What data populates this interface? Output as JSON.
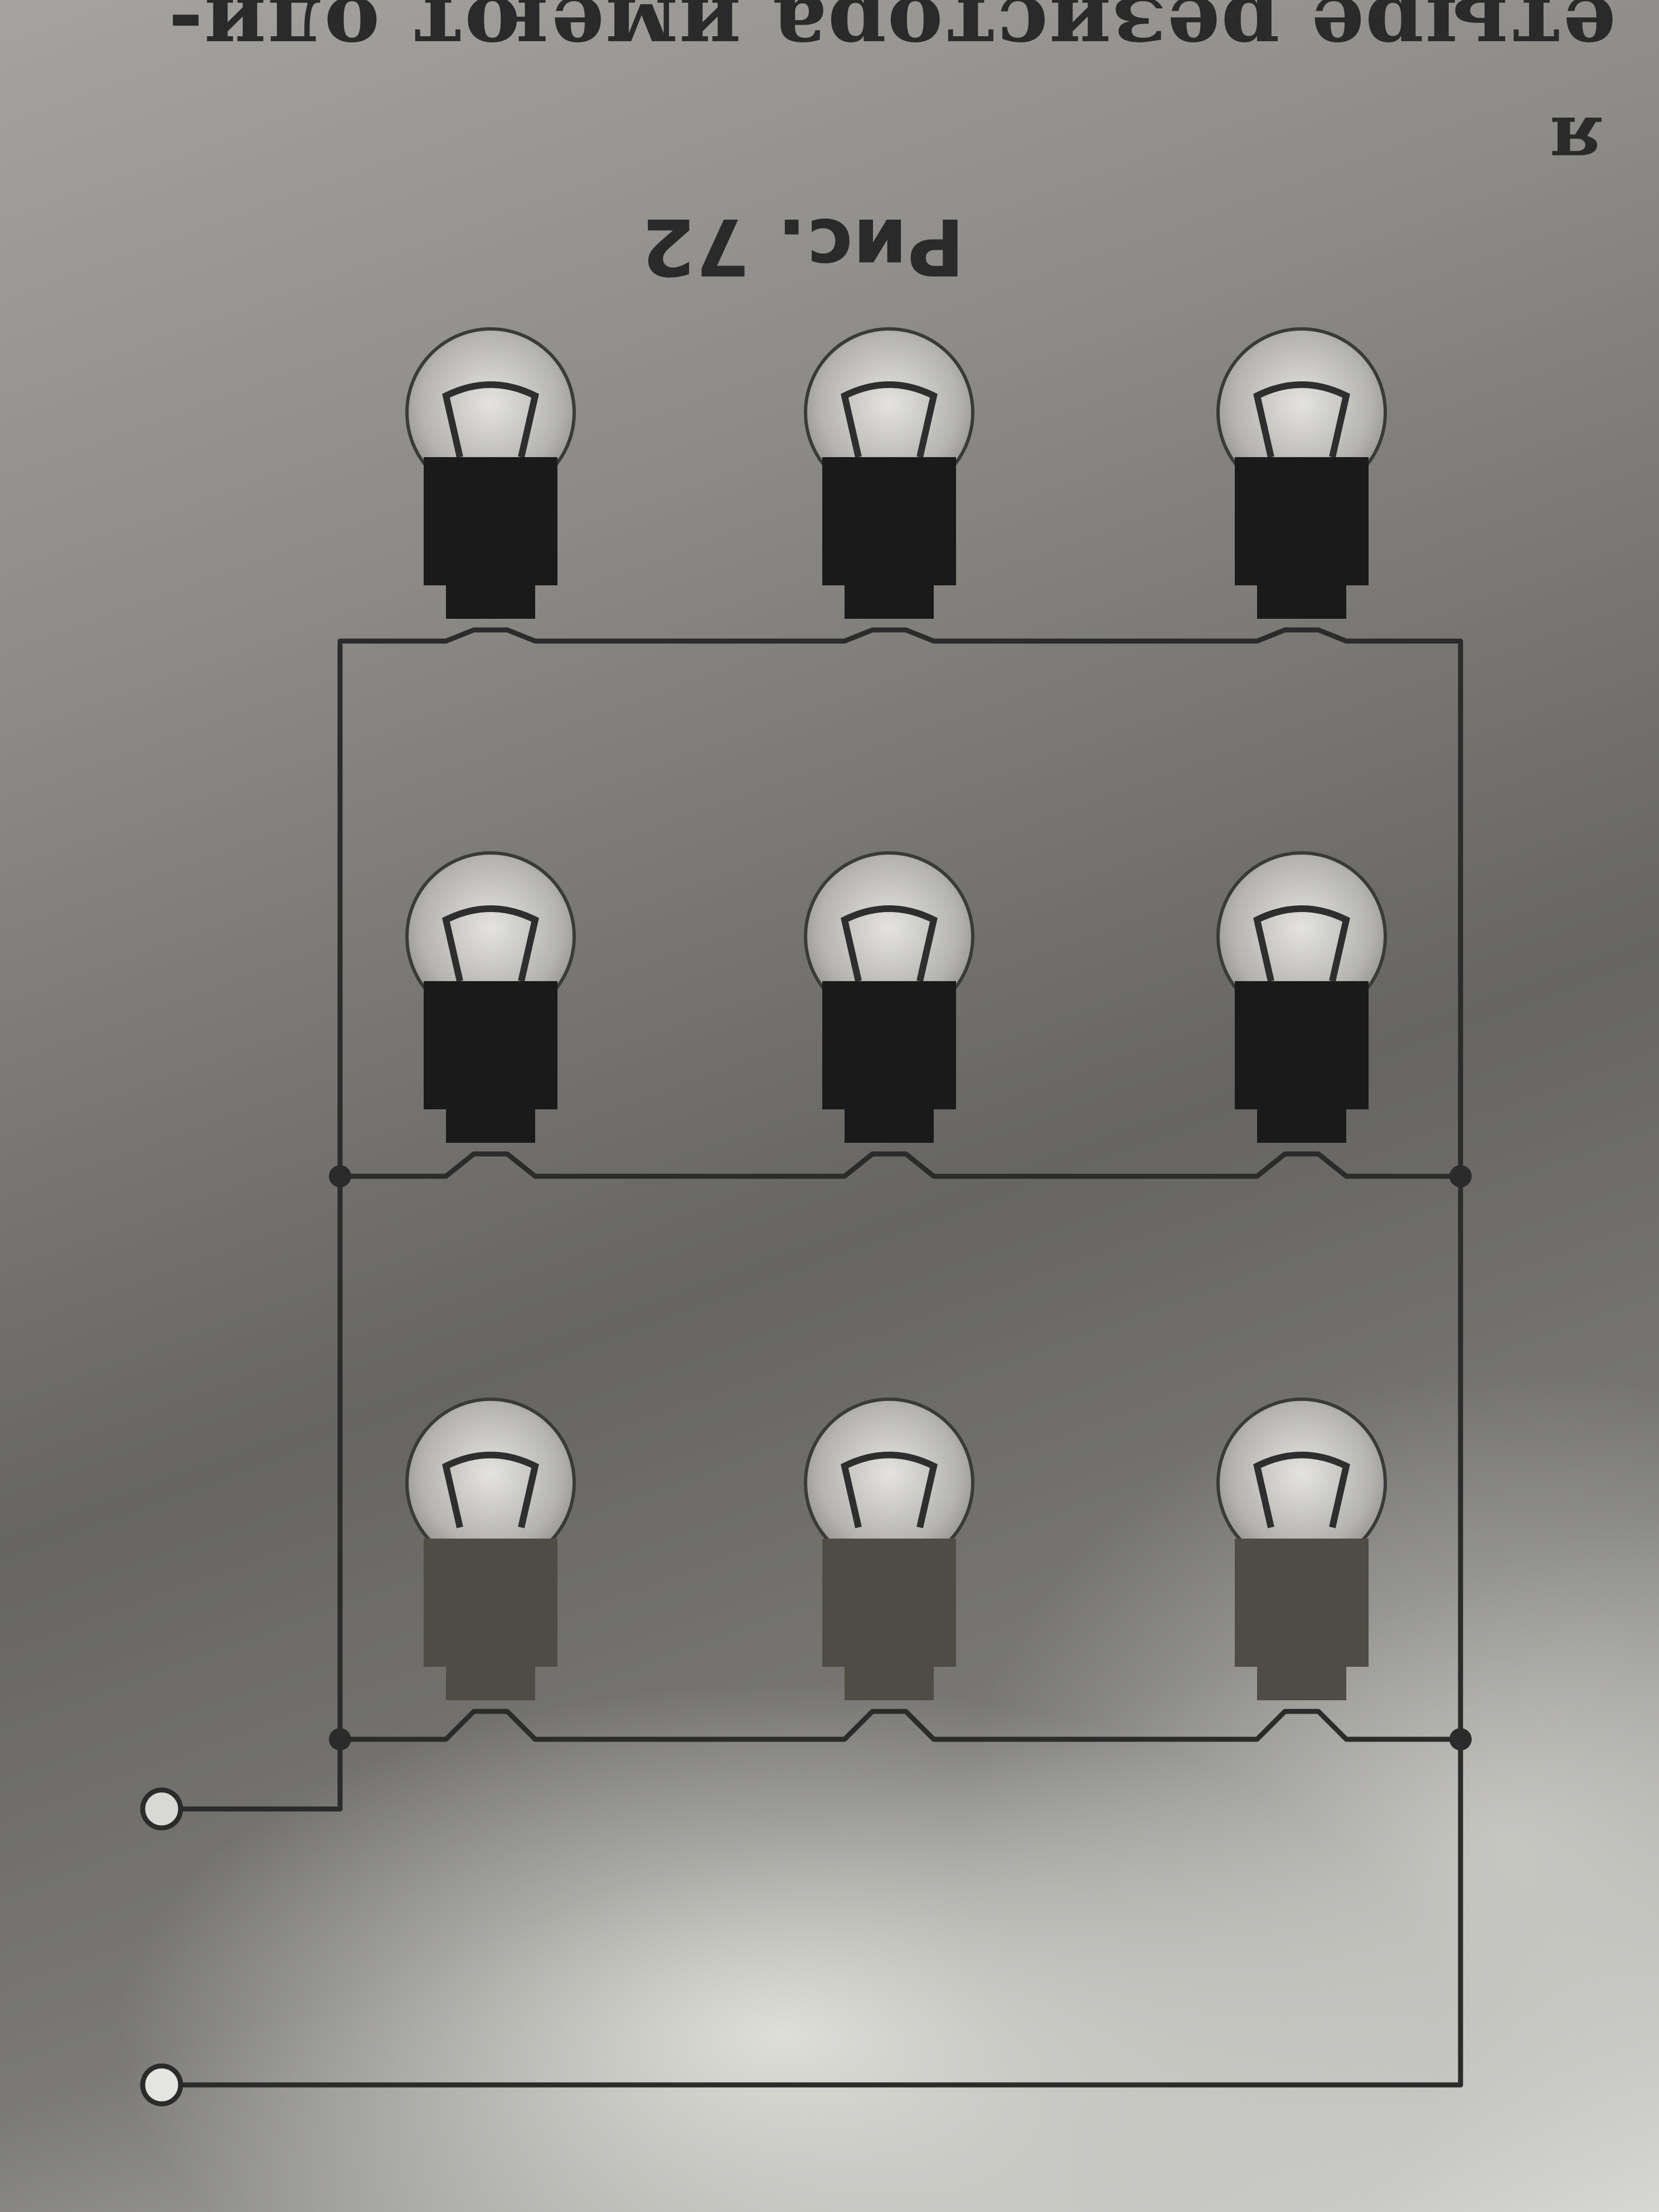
{
  "page": {
    "header_text": "етыре резистора имеют оди-",
    "header_text_2": "я",
    "figure_caption": "Рис. 72"
  },
  "colors": {
    "wire": "#2b2b2b",
    "bulb_base": "#1a1a1a",
    "bulb_glass": "#c9c8c4"
  }
}
